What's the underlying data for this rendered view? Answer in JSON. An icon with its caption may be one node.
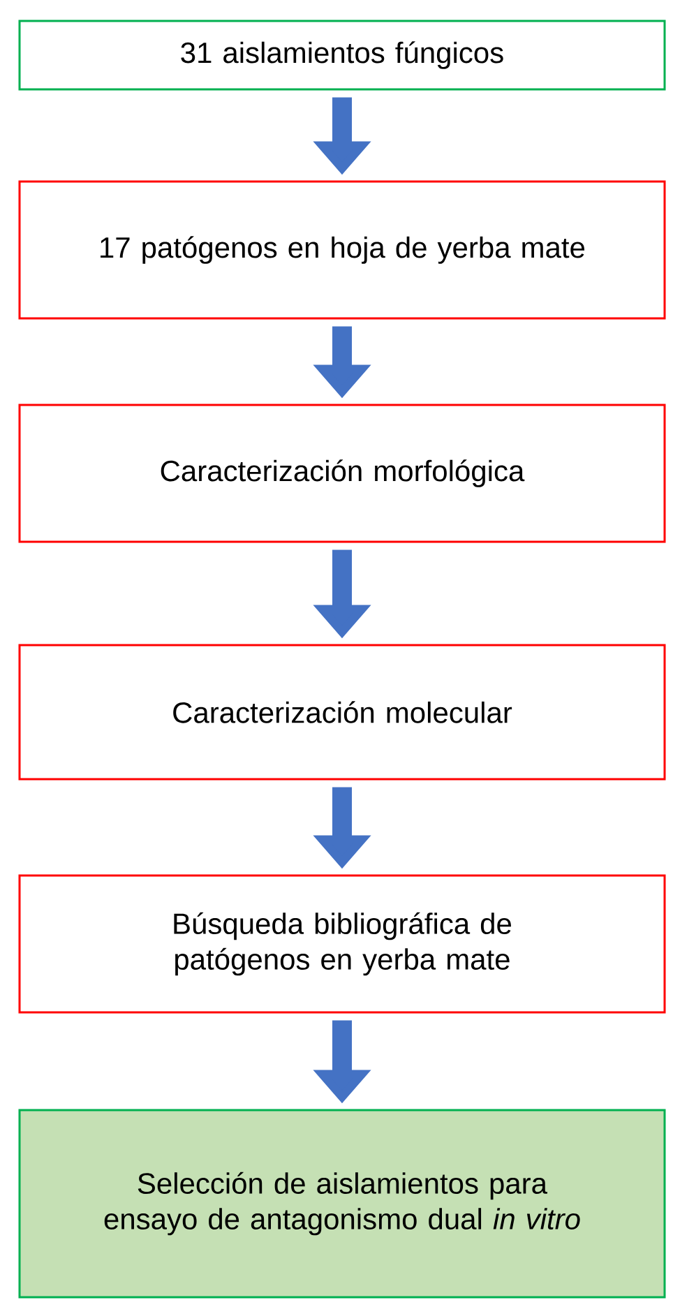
{
  "diagram": {
    "nodes": [
      {
        "text": [
          "31 aislamientos fúngicos"
        ]
      },
      {
        "text": [
          "17 patógenos en hoja de yerba mate"
        ]
      },
      {
        "text": [
          "Caracterización morfológica"
        ]
      },
      {
        "text": [
          "Caracterización molecular"
        ]
      },
      {
        "text": [
          "Búsqueda bibliográfica de patógenos en yerba mate"
        ]
      },
      {
        "text": [
          "Selección de aislamientos para ensayo de antagonismo dual *in vitro*"
        ]
      }
    ],
    "edges": [
      {
        "from": 0,
        "to": 1,
        "arrow": "to"
      },
      {
        "from": 1,
        "to": 2,
        "arrow": "to"
      },
      {
        "from": 2,
        "to": 3,
        "arrow": "to"
      },
      {
        "from": 3,
        "to": 4,
        "arrow": "to"
      },
      {
        "from": 4,
        "to": 5,
        "arrow": "to"
      }
    ]
  }
}
